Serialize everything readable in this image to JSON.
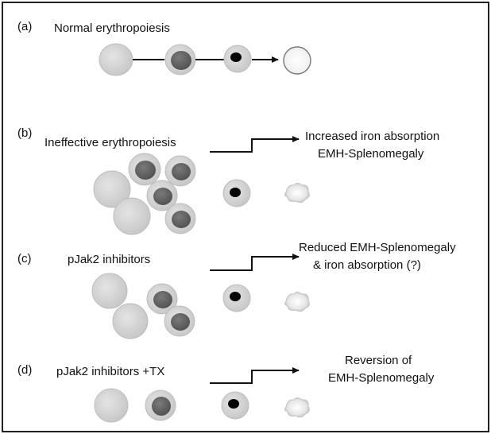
{
  "panels": [
    {
      "id": "a",
      "letter": "(a)",
      "title": "Normal erythropoiesis"
    },
    {
      "id": "b",
      "letter": "(b)",
      "title": "Ineffective erythropoiesis",
      "result": [
        "Increased iron absorption",
        "EMH-Splenomegaly"
      ]
    },
    {
      "id": "c",
      "letter": "(c)",
      "title": "pJak2 inhibitors",
      "result": [
        "Reduced EMH-Splenomegaly",
        "& iron absorption (?)"
      ]
    },
    {
      "id": "d",
      "letter": "(d)",
      "title": "pJak2 inhibitors +TX",
      "result": [
        "Reversion of",
        "EMH-Splenomegaly"
      ]
    }
  ],
  "colors": {
    "border": "#222222",
    "cell_light": "#d4d4d4",
    "cell_light_edge": "#b8b8b8",
    "nucleus_dark": "#636363",
    "nucleus_black": "#050505",
    "rbc_fill": "#f4f4f4",
    "rbc_edge": "#777777",
    "arrow": "#111111"
  }
}
